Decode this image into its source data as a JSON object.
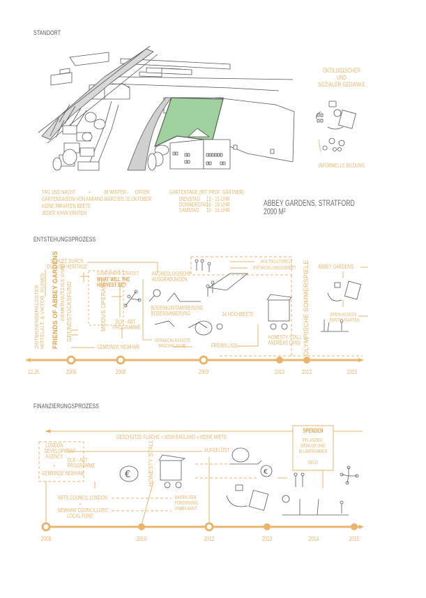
{
  "colors": {
    "accent": "#e8b56a",
    "accent_strong": "#e0a24a",
    "garden_green": "#9fd19f",
    "road_gray": "#d0d0d0",
    "ink": "#555555"
  },
  "standort": {
    "heading": "STANDORT",
    "concept_title": [
      "ÖKOLOGISCHER",
      "UND",
      "SOZIALER GEDANKE"
    ],
    "concept_caption": "INFORMELLE BILDUNG",
    "info_left": [
      "TAG UND NACHT",
      "+",
      "IM WINTER",
      "→",
      "OFFEN",
      "GARTENSAISON VON ANFANG MÄRZ BIS 31.OKTOBER",
      "KEINE PRIVATEN BEETE",
      "JEDER KANN ERNTEN"
    ],
    "gartentage_title": "GARTENTAGE (MIT PROF. GÄRTNER)",
    "gartentage": [
      {
        "day": "DIENSTAG",
        "time": "13 - 15 UHR"
      },
      {
        "day": "DONNERSTAG",
        "time": "16 - 19 UHR"
      },
      {
        "day": "SAMSTAG",
        "time": "10 - 16 UHR"
      }
    ],
    "place_name": "ABBEY GARDENS, STRATFORD",
    "area": "2000 M²"
  },
  "entstehung": {
    "heading": "ENTSTEHUNGSPROZESS",
    "labels": {
      "schutz": [
        "SCHUTZ DURCH",
        "ENGLISH HERITAGE"
      ],
      "zisterzienser": [
        "ZISTERZIENSERKLOSTER",
        "MITTELALT. & VIKTOR. RUINEN"
      ],
      "friends": "FRIENDS OF ABBEY GARDENS",
      "gemeinnuetzig": "GEMEINNÜTZIGE GMBH",
      "grundstueck": "GRUNDSTÜCKSFUND",
      "somewhere": "SOMEWHERE STARTET",
      "harvest": [
        "WHAT WILL THE",
        "HARVEST BE?"
      ],
      "modus": "MODUS OPERANDI",
      "dlr": [
        "DLR - ART",
        "PROGRAMME"
      ],
      "newham": "GEMEINDE NEWHAM",
      "archeo": [
        "ARCHEOLOGISCHE",
        "AUSGRABUNGEN"
      ],
      "boden": [
        "BODENKONTAMINIERUNG",
        "BODENSANIERUNG"
      ],
      "brach": [
        "VERNACHLÄSSIGTE",
        "BRACHFLÄCHE"
      ],
      "hochbeete": "34 HOCHBEETE",
      "freiwillige": "FREIWILLIGE",
      "multi": [
        "MULTIKULTURELL",
        "ENTWICKLUNGSGEBIET"
      ],
      "honesty": [
        "HONESTY STALL",
        "ANDREAS LANG"
      ],
      "olymp": "OLYMPISCHE SOMMERSPIELE",
      "abbey": "ABBEY GARDENS",
      "open_access": [
        "OPEN-ACCESS",
        "ERNTE- GARTEN"
      ]
    },
    "timeline": [
      "12.Jh.",
      "2006",
      "2008",
      "2009",
      "2010",
      "2012",
      "2015"
    ]
  },
  "finanzierung": {
    "heading": "FINANZIERUNGSPROZESS",
    "labels": {
      "geschuetzt": "GESCHÜTZE FLÄCHE = KEIN BAULAND = KEINE MIETE",
      "lda": [
        "LONDON",
        "DEVELOPMENT",
        "AGENCY"
      ],
      "dlr": [
        "DLR - ART",
        "PROGRAMME"
      ],
      "plus": "+",
      "newham": "GEMEINDE NEWHAM",
      "aufgeloest": "AUFGELÖST",
      "honesty": "HONESTY STALL",
      "arts": "ARTS COUNCIL LONDON",
      "councillors": [
        "NEWHAM COUNCILLORS'",
        "LOCAL FUND"
      ],
      "dauer": [
        "DAUER DER",
        "FÖRDERUNG",
        "UNBEKANNT"
      ],
      "spenden": "SPENDEN",
      "spenden_items": [
        "PFLANZEN-",
        "GEMÜSE UND",
        "BLUMENSAMEN",
        "GELD"
      ]
    },
    "timeline": [
      "2008",
      "2010",
      "2012",
      "2013",
      "2014",
      "2015"
    ]
  }
}
